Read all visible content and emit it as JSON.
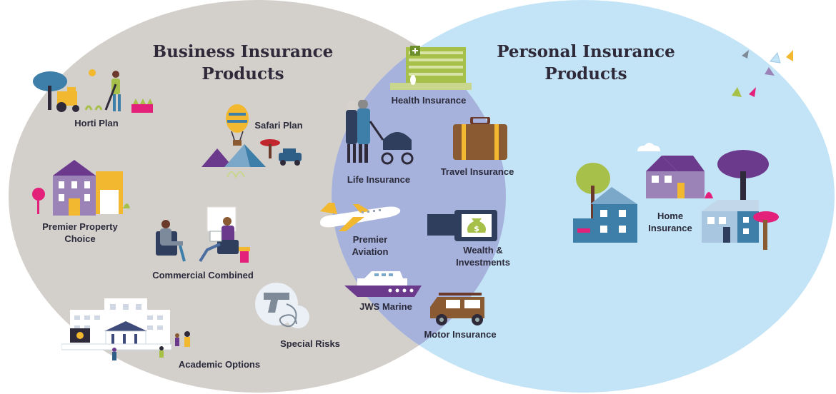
{
  "business": {
    "title": "Business Insurance\nProducts",
    "products": {
      "horti": "Horti Plan",
      "safari": "Safari Plan",
      "property": "Premier Property\nChoice",
      "commercial": "Commercial Combined",
      "special": "Special Risks",
      "academic": "Academic Options"
    }
  },
  "personal": {
    "title": "Personal Insurance\nProducts",
    "products": {
      "home": "Home\nInsurance"
    }
  },
  "shared": {
    "products": {
      "health": "Health Insurance",
      "life": "Life Insurance",
      "travel": "Travel Insurance",
      "aviation": "Premier\nAviation",
      "wealth": "Wealth &\nInvestments",
      "marine": "JWS Marine",
      "motor": "Motor Insurance"
    }
  },
  "colors": {
    "business_circle": "#d3cfcb",
    "personal_circle": "#c3e4f6",
    "overlap": "#a6b2dc",
    "text": "#2a2a3a",
    "purple": "#6b3a8c",
    "yellow": "#f2b830",
    "green": "#a7c04a",
    "blue": "#3d7fa8",
    "brown": "#8a5a32",
    "pink": "#e3207a"
  }
}
